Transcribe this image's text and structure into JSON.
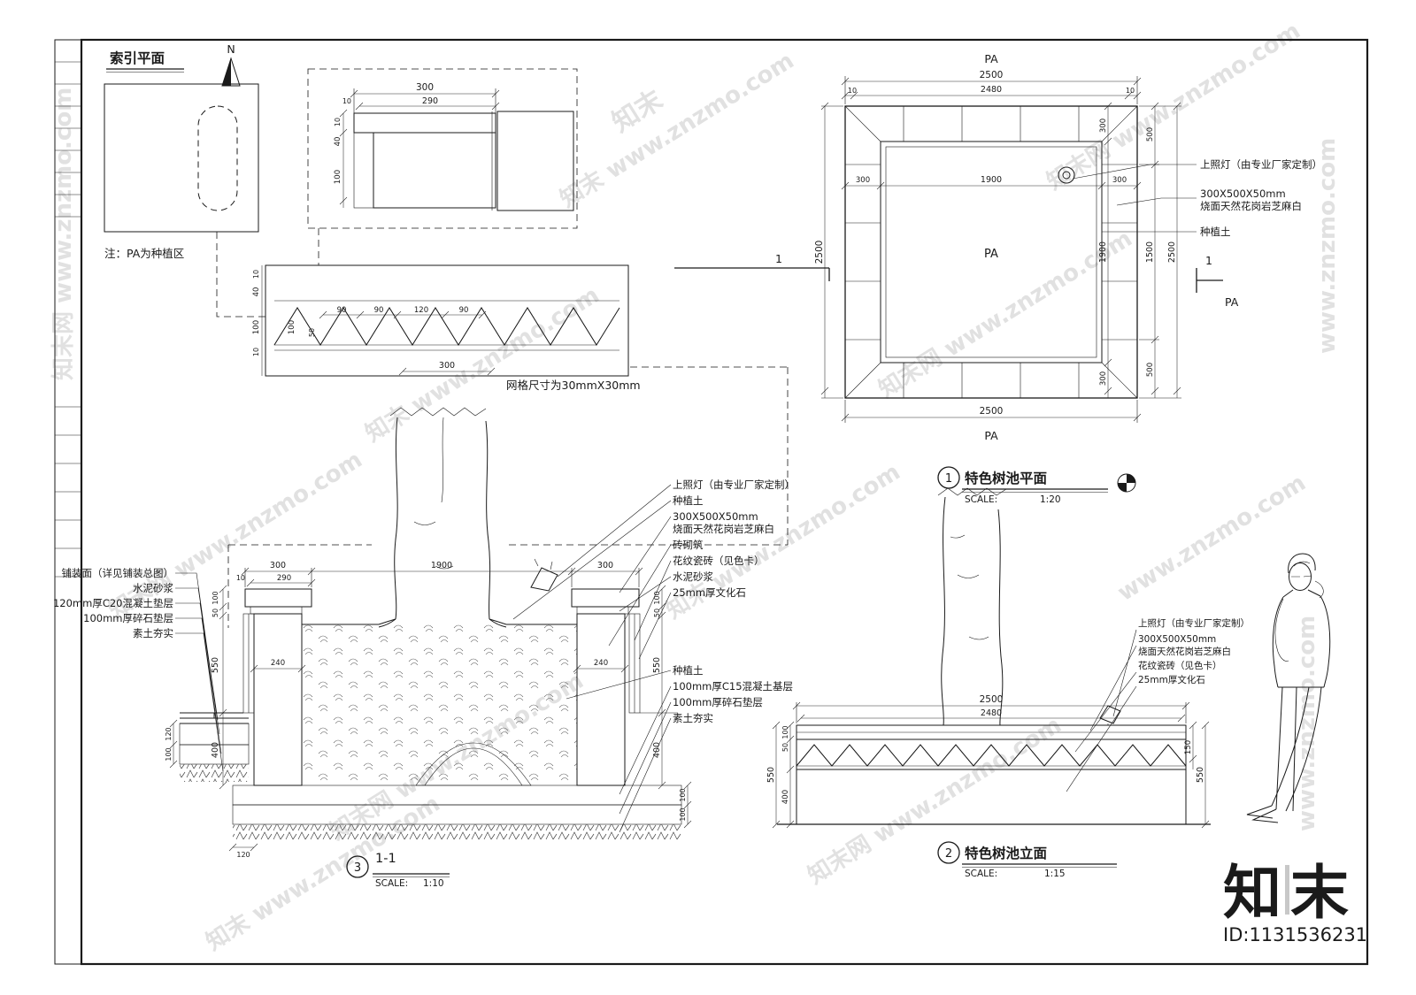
{
  "sheet": {
    "index": {
      "title": "索引平面",
      "north": "N",
      "note": "注：PA为种植区"
    },
    "corner_detail": {
      "dims": {
        "d300": "300",
        "d290": "290",
        "d10": "10",
        "d40": "40",
        "d100": "100"
      }
    },
    "grid_detail": {
      "note": "网格尺寸为30mmX30mm",
      "dims": {
        "d10": "10",
        "d40": "40",
        "d100": "100",
        "d90": "90",
        "d120": "120",
        "d50": "50",
        "d300": "300"
      }
    },
    "plan": {
      "number": "1",
      "title": "特色树池平面",
      "scale_label": "SCALE:",
      "scale_value": "1:20",
      "pa": "PA",
      "section_mark": "1",
      "dims": {
        "overall": "2500",
        "inner_overall": "2480",
        "joint": "10",
        "band": "300",
        "inner": "1900",
        "edge": "500",
        "mid": "1500"
      },
      "callouts": {
        "light": "上照灯（由专业厂家定制）",
        "granite_size": "300X500X50mm",
        "granite_name": "烧面天然花岗岩芝麻白",
        "soil": "种植土"
      }
    },
    "section": {
      "number": "3",
      "title": "1-1",
      "scale_label": "SCALE:",
      "scale_value": "1:10",
      "left_callouts": [
        "铺装面（详见铺装总图）",
        "水泥砂浆",
        "120mm厚C20混凝土垫层",
        "100mm厚碎石垫层",
        "素土夯实"
      ],
      "right_callouts_top": [
        "上照灯（由专业厂家定制）",
        "种植土",
        "300X500X50mm",
        "烧面天然花岗岩芝麻白",
        "砖砌筑",
        "花纹瓷砖（见色卡）",
        "水泥砂浆",
        "25mm厚文化石"
      ],
      "right_callouts_mid": [
        "种植土",
        "100mm厚C15混凝土基层",
        "100mm厚碎石垫层",
        "素土夯实"
      ],
      "dims": {
        "w300": "300",
        "w290": "290",
        "w10": "10",
        "w1900": "1900",
        "w240": "240",
        "h100": "100",
        "h50": "50",
        "h550": "550",
        "h400": "400",
        "t120": "120",
        "t100": "100"
      }
    },
    "elevation": {
      "number": "2",
      "title": "特色树池立面",
      "scale_label": "SCALE:",
      "scale_value": "1:15",
      "callouts": [
        "上照灯（由专业厂家定制）",
        "300X500X50mm",
        "烧面天然花岗岩芝麻白",
        "花纹瓷砖（见色卡）",
        "25mm厚文化石"
      ],
      "dims": {
        "overall": "2500",
        "inner_overall": "2480",
        "h100": "100",
        "h50": "50",
        "h550": "550",
        "h400": "400",
        "h150": "150"
      }
    }
  },
  "watermark": {
    "combo_brand": "知末 www.znzmo.com",
    "combo_site": "知末网 www.znzmo.com",
    "url": "www.znzmo.com",
    "brand": "知末"
  },
  "branding": {
    "logo": "知末",
    "id_text": "ID:1131536231"
  }
}
